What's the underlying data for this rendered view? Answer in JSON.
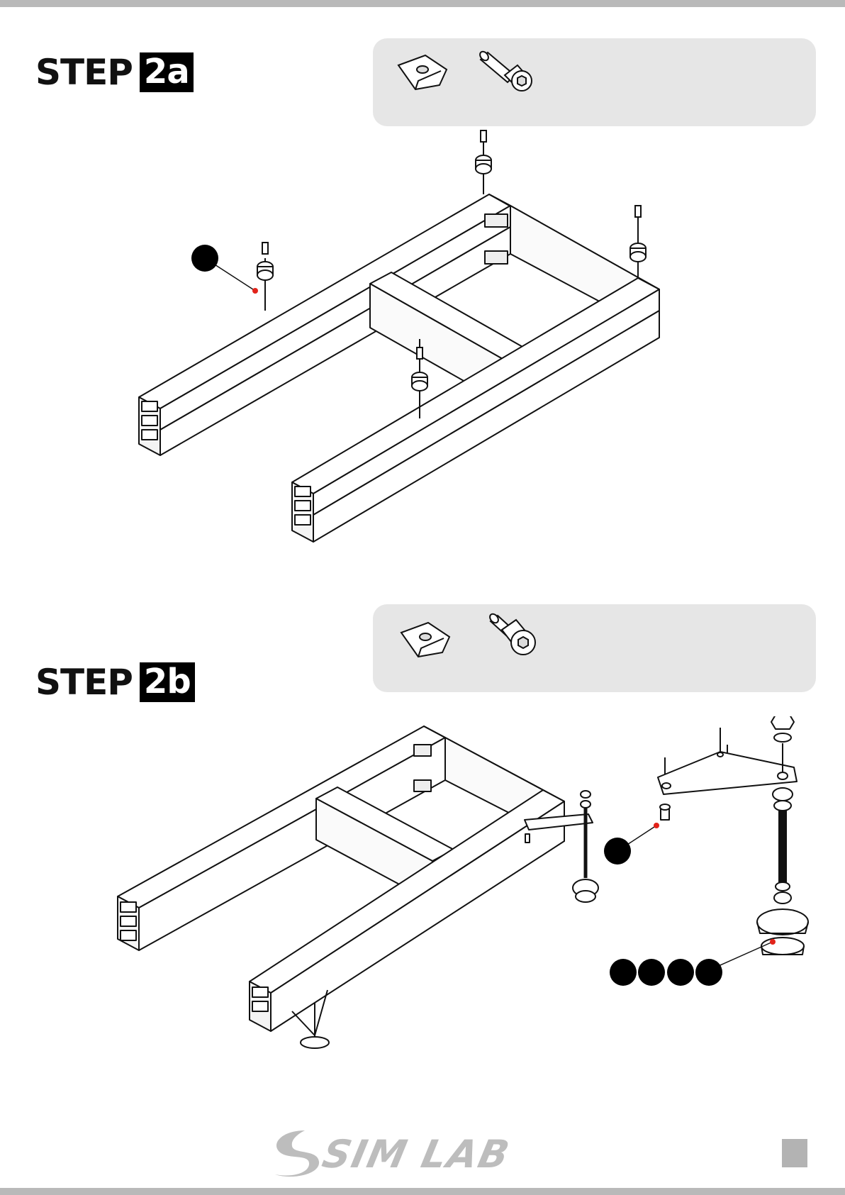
{
  "step_2a": {
    "word": "STEP",
    "number": "2a"
  },
  "step_2b": {
    "word": "STEP",
    "number": "2b"
  },
  "parts_2a": [
    {
      "icon": "t-nut-icon"
    },
    {
      "icon": "long-socket-head-bolt-icon"
    }
  ],
  "parts_2b": [
    {
      "icon": "t-nut-icon"
    },
    {
      "icon": "short-socket-head-bolt-icon"
    }
  ],
  "footer": {
    "brand": "SIM LAB"
  },
  "colors": {
    "callout": "#000000",
    "hotspot": "#e2231a",
    "parts_box": "#e6e6e6",
    "logo": "#bdbdbd",
    "page_bar": "#b9b9b9"
  }
}
